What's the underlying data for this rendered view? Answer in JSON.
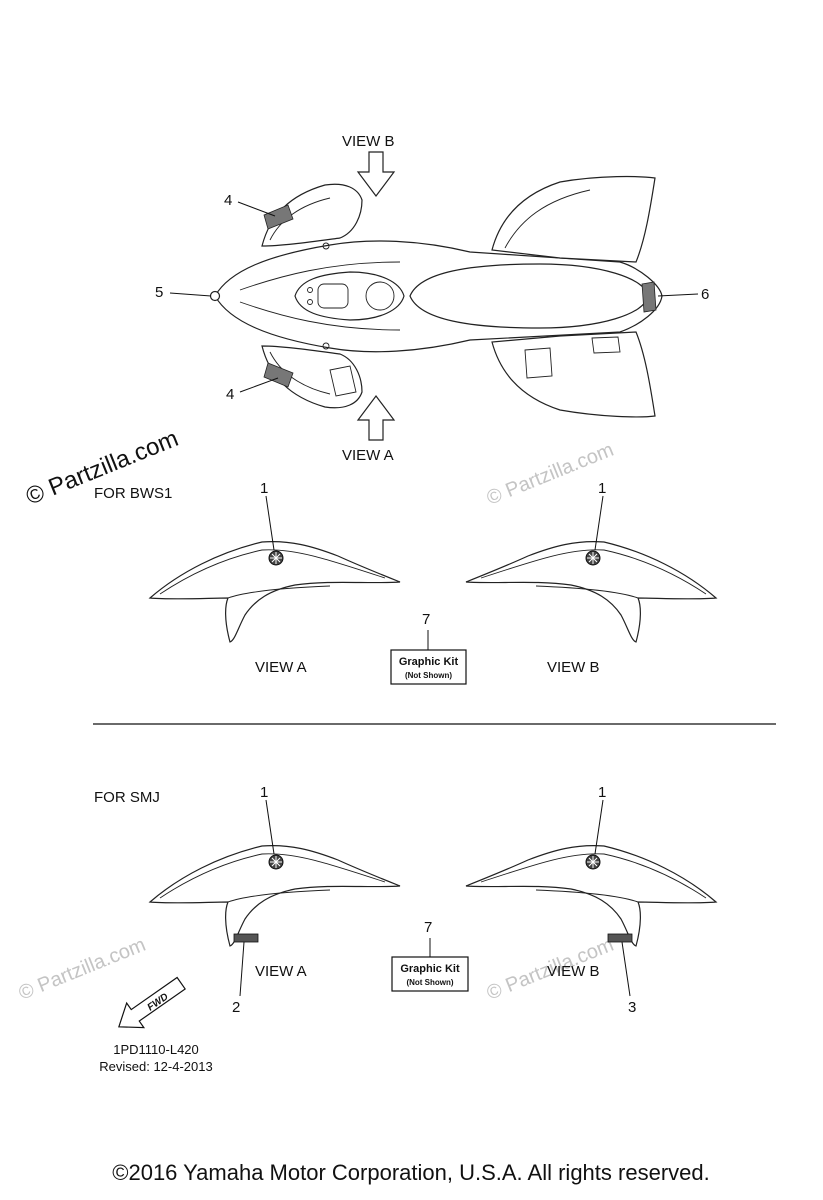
{
  "watermark": {
    "text": "Partzilla.com",
    "symbol": "©"
  },
  "views": {
    "view_b_top": "VIEW B",
    "view_a_top": "VIEW A",
    "view_a_bws": "VIEW A",
    "view_b_bws": "VIEW B",
    "view_a_smj": "VIEW A",
    "view_b_smj": "VIEW B"
  },
  "sections": {
    "bws": "FOR BWS1",
    "smj": "FOR SMJ"
  },
  "callouts": {
    "c4a": "4",
    "c4b": "4",
    "c5": "5",
    "c6": "6",
    "c1_bws_l": "1",
    "c1_bws_r": "1",
    "c7_bws": "7",
    "c1_smj_l": "1",
    "c1_smj_r": "1",
    "c7_smj": "7",
    "c2": "2",
    "c3": "3"
  },
  "graphic_kit": {
    "title": "Graphic Kit",
    "subtitle": "(Not Shown)"
  },
  "fwd_label": "FWD",
  "drawing_code": "1PD1110-L420",
  "revised": "Revised: 12-4-2013",
  "copyright": "©2016 Yamaha Motor Corporation, U.S.A. All rights reserved."
}
